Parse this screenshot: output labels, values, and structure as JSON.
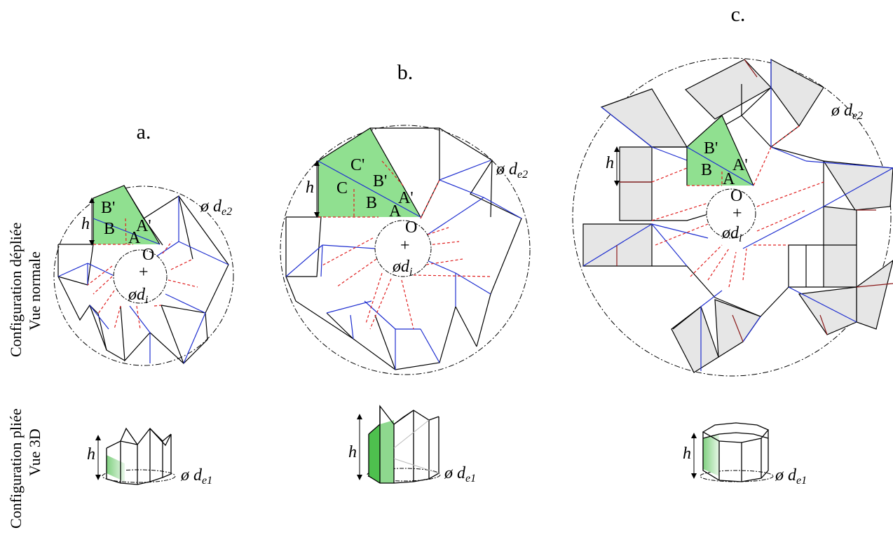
{
  "row_labels": {
    "top_line1": "Configuration dépliée",
    "top_line2": "Vue normale",
    "bottom_line1": "Configuration pliée",
    "bottom_line2": "Vue 3D"
  },
  "panels": [
    {
      "id": "a",
      "letter": "a.",
      "point_labels": {
        "B_prime": "B'",
        "B": "B",
        "A_prime": "A'",
        "A": "A",
        "O": "O"
      },
      "h": "h",
      "de2": "ø d",
      "de2_sub": "e2",
      "di": "ød",
      "di_sub": "i",
      "de1": "ø d",
      "de1_sub": "e1",
      "plus": "+"
    },
    {
      "id": "b",
      "letter": "b.",
      "point_labels": {
        "C_prime": "C'",
        "C": "C",
        "B_prime": "B'",
        "B": "B",
        "A_prime": "A'",
        "A": "A",
        "O": "O"
      },
      "h": "h",
      "de2": "ø d",
      "de2_sub": "e2",
      "di": "ød",
      "di_sub": "i",
      "de1": "ø d",
      "de1_sub": "e1",
      "plus": "+"
    },
    {
      "id": "c",
      "letter": "c.",
      "point_labels": {
        "B_prime": "B'",
        "B": "B",
        "A_prime": "A'",
        "A": "A",
        "O": "O"
      },
      "h": "h",
      "de2": "ø d",
      "de2_sub": "e2",
      "di": "ød",
      "di_sub": "i",
      "de1": "ø d",
      "de1_sub": "e1",
      "plus": "+"
    }
  ],
  "colors": {
    "fold_blue": "#1f2fd0",
    "fold_red": "#e02020",
    "dark_red": "#8b1a1a",
    "green_fill": "#90e090",
    "gray_fill": "#e6e6e6",
    "outline": "#000000"
  }
}
